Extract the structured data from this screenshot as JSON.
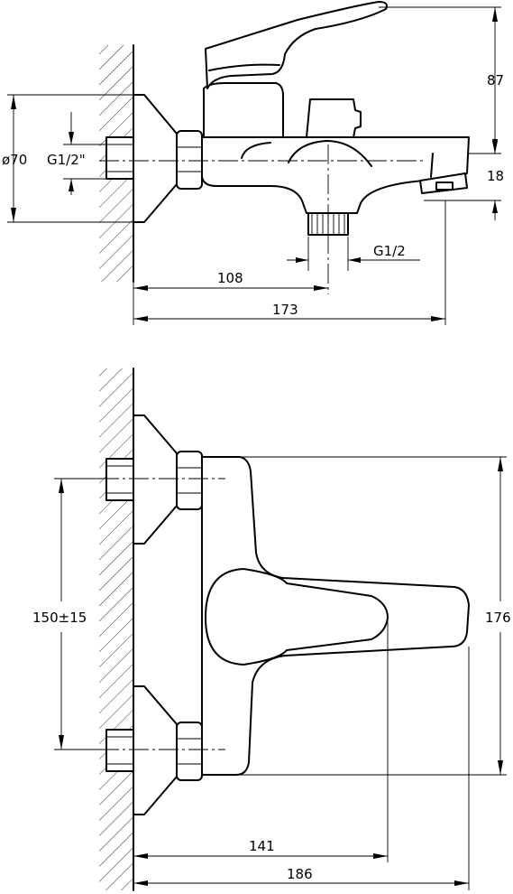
{
  "side_view": {
    "dim_height_top": "87",
    "dim_outlet_height": "18",
    "dim_diameter": "ø70",
    "dim_inlet_thread": "G1/2\"",
    "dim_outlet_thread": "G1/2",
    "dim_outlet_distance": "108",
    "dim_total_projection": "173"
  },
  "front_view": {
    "dim_centers": "150±15",
    "dim_body_height": "176",
    "dim_handle_reach": "141",
    "dim_total_width": "186"
  }
}
